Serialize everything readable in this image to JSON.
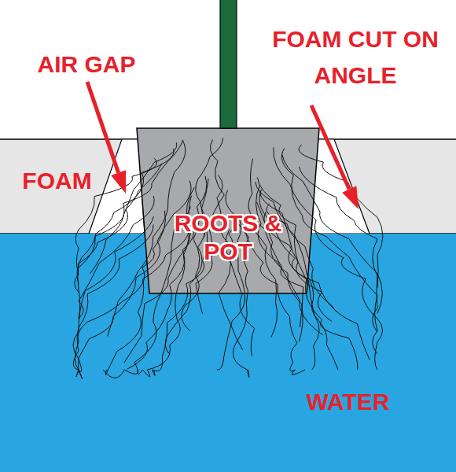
{
  "diagram": {
    "nodes": [
      {
        "text": [
          "FOAM"
        ]
      },
      {
        "text": [
          "ROOTS & POT"
        ]
      },
      {
        "text": [
          "WATER"
        ]
      }
    ],
    "labels": [
      "AIR GAP",
      "FOAM CUT ON ANGLE"
    ]
  }
}
